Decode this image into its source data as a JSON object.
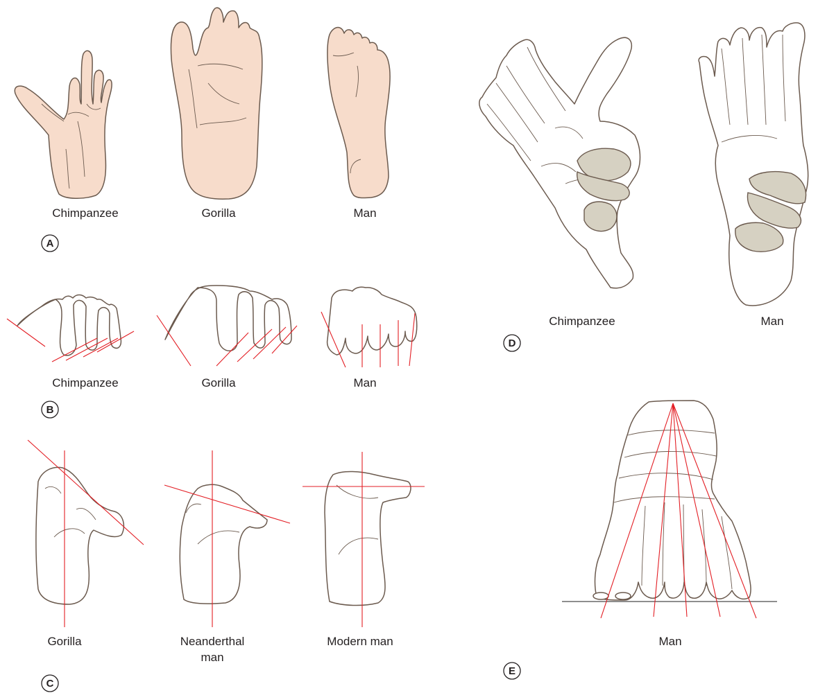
{
  "panels": {
    "A": {
      "letter": "A",
      "labels": [
        "Chimpanzee",
        "Gorilla",
        "Man"
      ]
    },
    "B": {
      "letter": "B",
      "labels": [
        "Chimpanzee",
        "Gorilla",
        "Man"
      ]
    },
    "C": {
      "letter": "C",
      "labels": [
        "Gorilla",
        "Neanderthal",
        "man",
        "Modern man"
      ]
    },
    "D": {
      "letter": "D",
      "labels": [
        "Chimpanzee",
        "Man"
      ]
    },
    "E": {
      "letter": "E",
      "labels": [
        "Man"
      ]
    }
  },
  "colors": {
    "axis_line": "#e31e24",
    "outline": "#6b5a4e",
    "skin": "#f7dccb",
    "articular_facet": "#d6d1c2"
  }
}
